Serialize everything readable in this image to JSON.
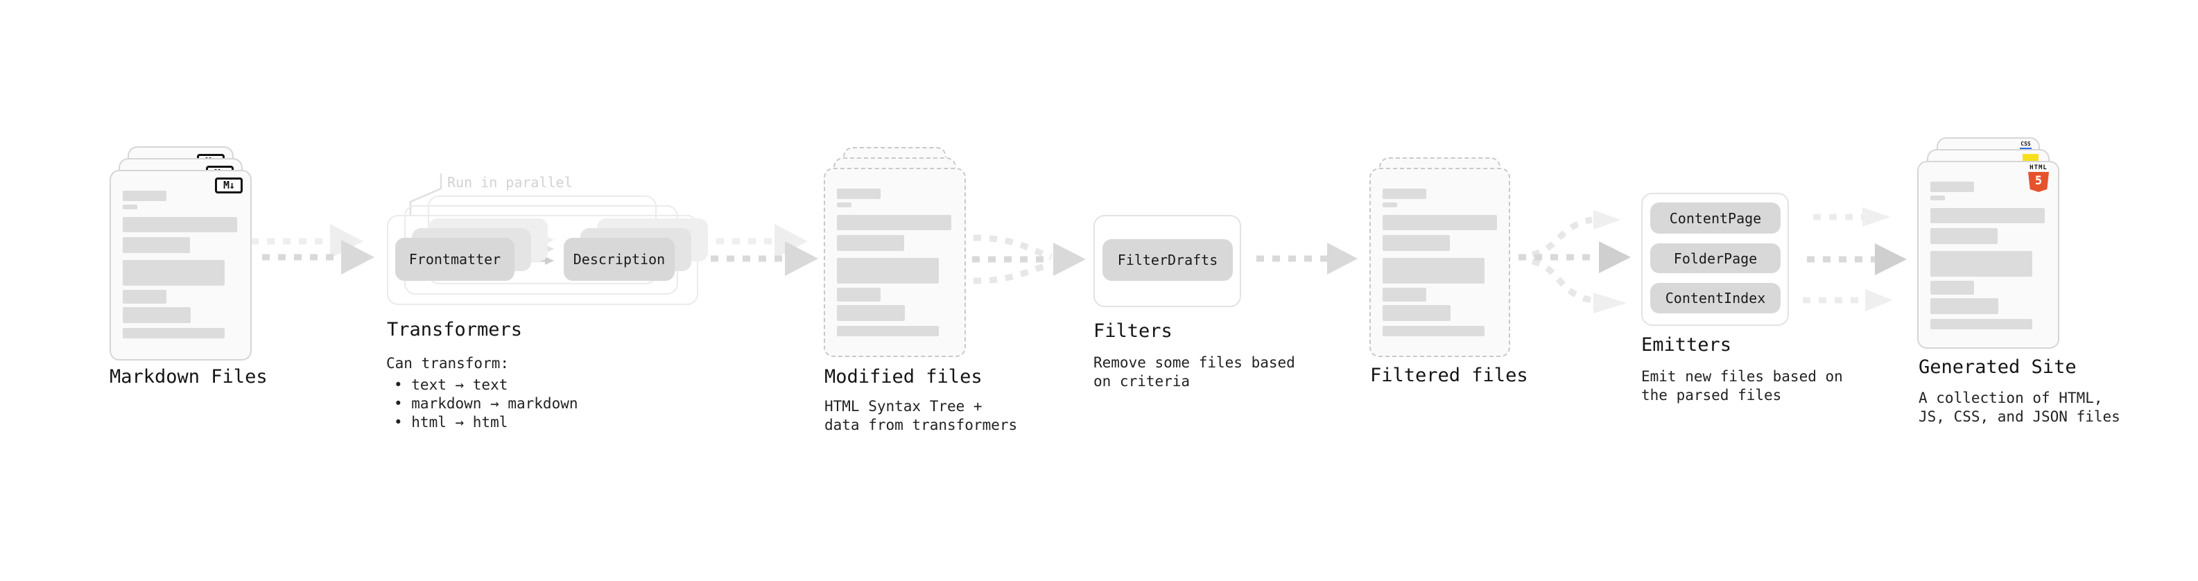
{
  "sections": {
    "markdown_files": {
      "title": "Markdown Files",
      "icon_label": "M↓"
    },
    "transformers": {
      "parallel_note": "Run in parallel",
      "source_chip": "Frontmatter",
      "result_chip": "Description",
      "title": "Transformers",
      "caption": "Can transform:",
      "bullets": [
        "• text → text",
        "• markdown → markdown",
        "• html → html"
      ]
    },
    "modified_files": {
      "title": "Modified files",
      "caption_lines": [
        "HTML Syntax Tree +",
        "data from transformers"
      ]
    },
    "filters": {
      "chip": "FilterDrafts",
      "title": "Filters",
      "caption_lines": [
        "Remove some files based",
        "on criteria"
      ]
    },
    "filtered_files": {
      "title": "Filtered files"
    },
    "emitters": {
      "chips": [
        "ContentPage",
        "FolderPage",
        "ContentIndex"
      ],
      "title": "Emitters",
      "caption_lines": [
        "Emit new files based on",
        "the parsed files"
      ]
    },
    "generated_site": {
      "title": "Generated Site",
      "caption_lines": [
        "A collection of HTML,",
        "JS, CSS, and JSON files"
      ],
      "badges": {
        "html_word": "HTML",
        "html_number": "5",
        "css_word": "CSS"
      }
    }
  },
  "colors": {
    "html5_orange": "#e5532e",
    "js_yellow": "#f7df1e",
    "css_blue": "#2d6ae3",
    "chip_gray": "#d8d8d8",
    "arrow_gray": "#d9d9d9"
  }
}
